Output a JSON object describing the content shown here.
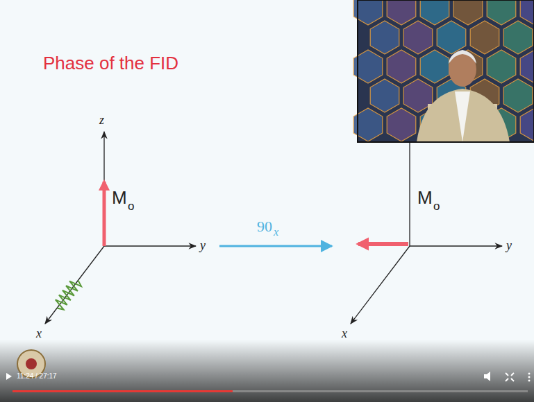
{
  "diagram": {
    "title": "Phase of the FID",
    "labels": [
      "z",
      "y",
      "x",
      "M",
      "o",
      "90",
      "x",
      "y",
      "x",
      "M",
      "o",
      "11:24 / 27:17"
    ]
  }
}
